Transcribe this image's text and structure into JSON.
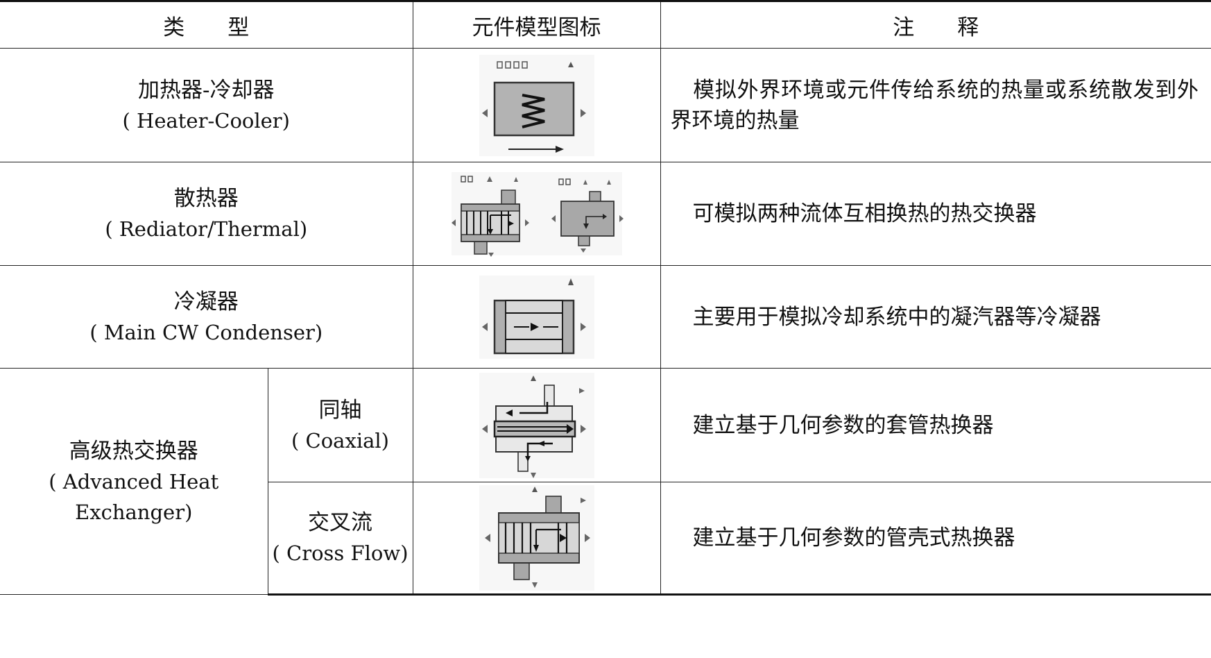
{
  "header": {
    "col_type": "类　　型",
    "col_icon": "元件模型图标",
    "col_note": "注　　释"
  },
  "rows": [
    {
      "name_cn": "加热器-冷却器",
      "name_en": "( Heater-Cooler)",
      "icon": "heater-cooler-icon",
      "note": "模拟外界环境或元件传给系统的热量或系统散发到外界环境的热量"
    },
    {
      "name_cn": "散热器",
      "name_en": "( Rediator/Thermal)",
      "icon": "radiator-thermal-icon",
      "note": "可模拟两种流体互相换热的热交换器"
    },
    {
      "name_cn": "冷凝器",
      "name_en": "( Main CW Condenser)",
      "icon": "condenser-icon",
      "note": "主要用于模拟冷却系统中的凝汽器等冷凝器"
    }
  ],
  "group": {
    "name_cn": "高级热交换器",
    "name_en": "( Advanced Heat Exchanger)",
    "sub": [
      {
        "name_cn": "同轴",
        "name_en": "( Coaxial)",
        "icon": "coaxial-exchanger-icon",
        "note": "建立基于几何参数的套管热换器"
      },
      {
        "name_cn": "交叉流",
        "name_en": "( Cross Flow)",
        "icon": "cross-flow-exchanger-icon",
        "note": "建立基于几何参数的管壳式热换器"
      }
    ]
  }
}
